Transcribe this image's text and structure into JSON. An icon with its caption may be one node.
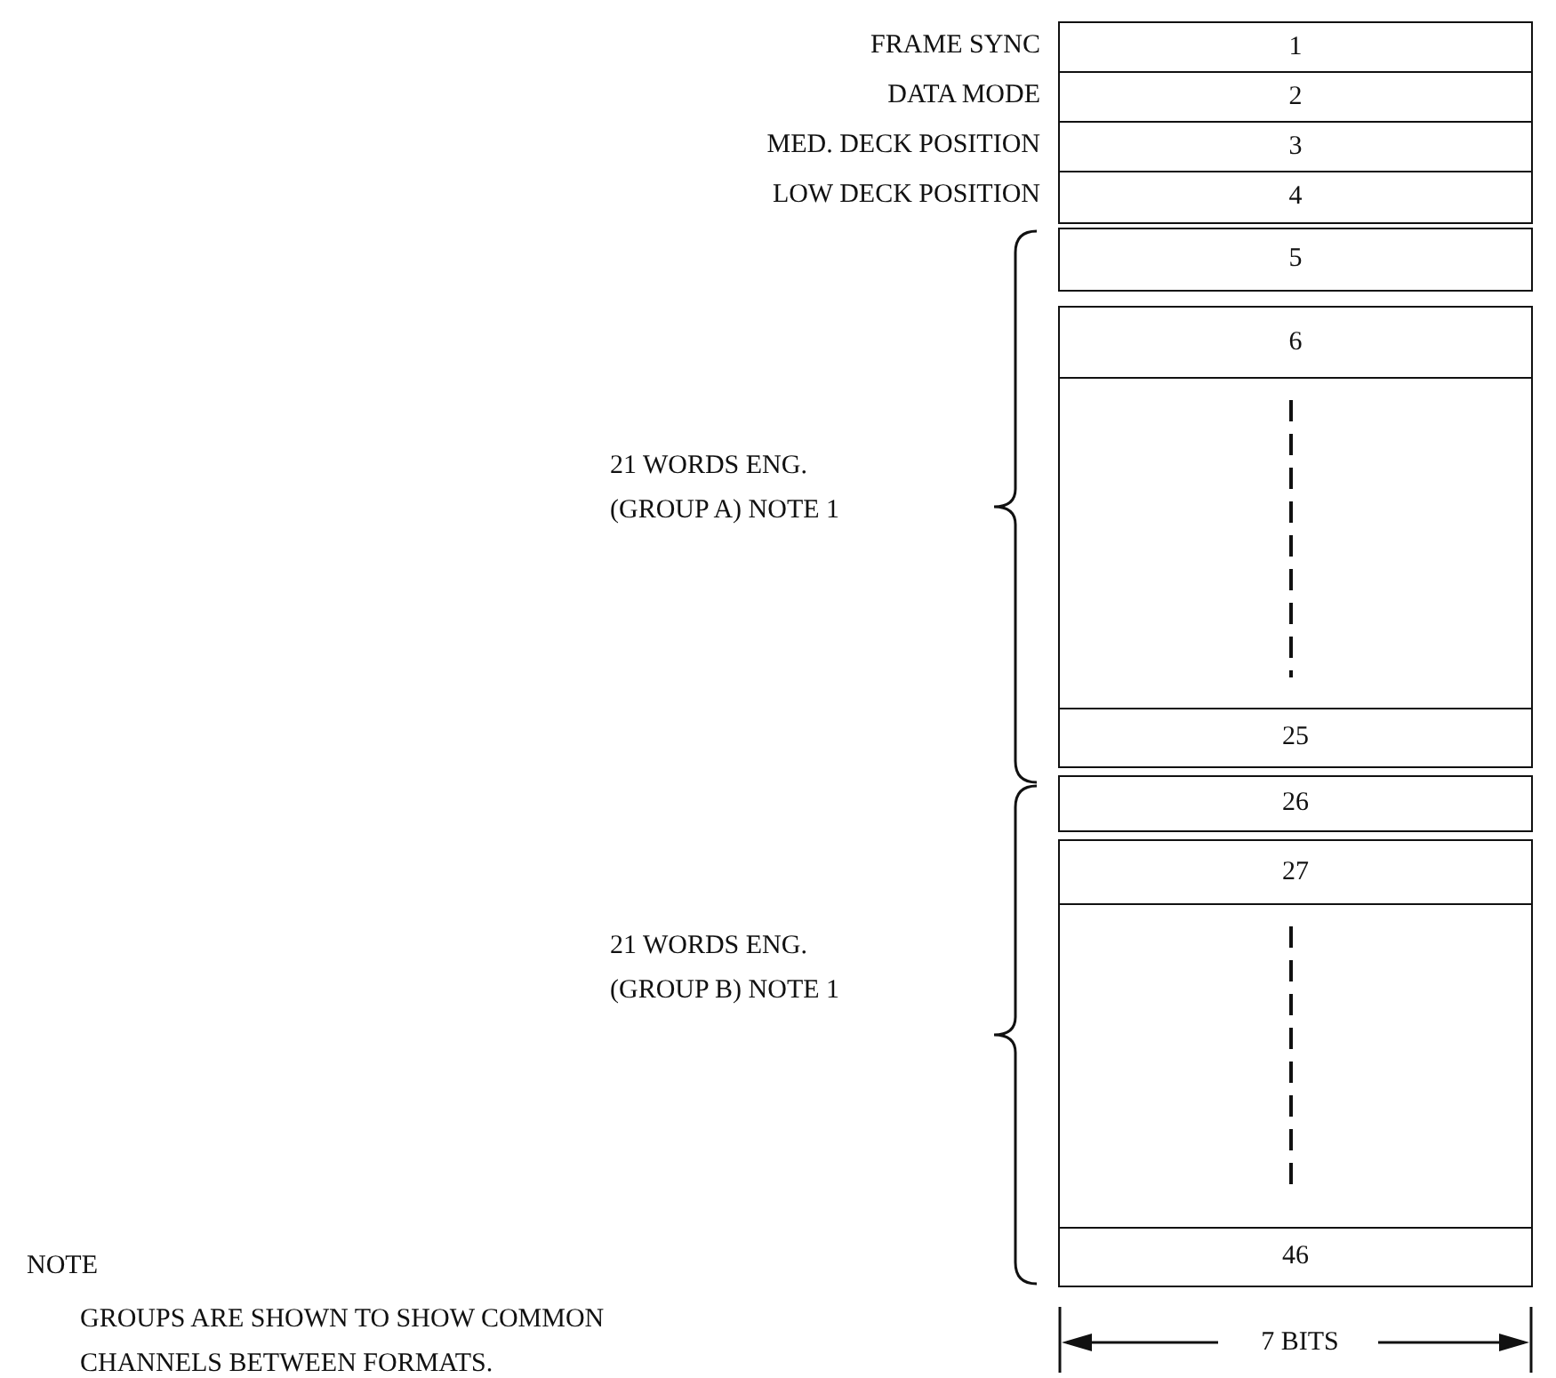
{
  "diagram": {
    "nodes": [
      {
        "text": [
          "1"
        ],
        "beside": [
          "FRAME SYNC"
        ]
      },
      {
        "text": [
          "2"
        ],
        "beside": [
          "DATA MODE"
        ]
      },
      {
        "text": [
          "3"
        ],
        "beside": [
          "MED. DECK POSITION"
        ]
      },
      {
        "text": [
          "4"
        ],
        "beside": [
          "LOW DECK POSITION"
        ]
      },
      {
        "text": [
          "5"
        ]
      },
      {
        "text": [
          "6"
        ]
      },
      {
        "text": [],
        "shape": "box"
      },
      {
        "text": [
          "25"
        ]
      },
      {
        "text": [
          "26"
        ]
      },
      {
        "text": [
          "27"
        ]
      },
      {
        "text": [],
        "shape": "box"
      },
      {
        "text": [
          "46"
        ]
      }
    ],
    "labels": [
      "21 WORDS ENG. (GROUP A) NOTE 1",
      "21 WORDS ENG. (GROUP B) NOTE 1",
      "NOTE",
      "GROUPS ARE SHOWN TO SHOW COMMON CHANNELS BETWEEN FORMATS.",
      "7 BITS"
    ]
  }
}
